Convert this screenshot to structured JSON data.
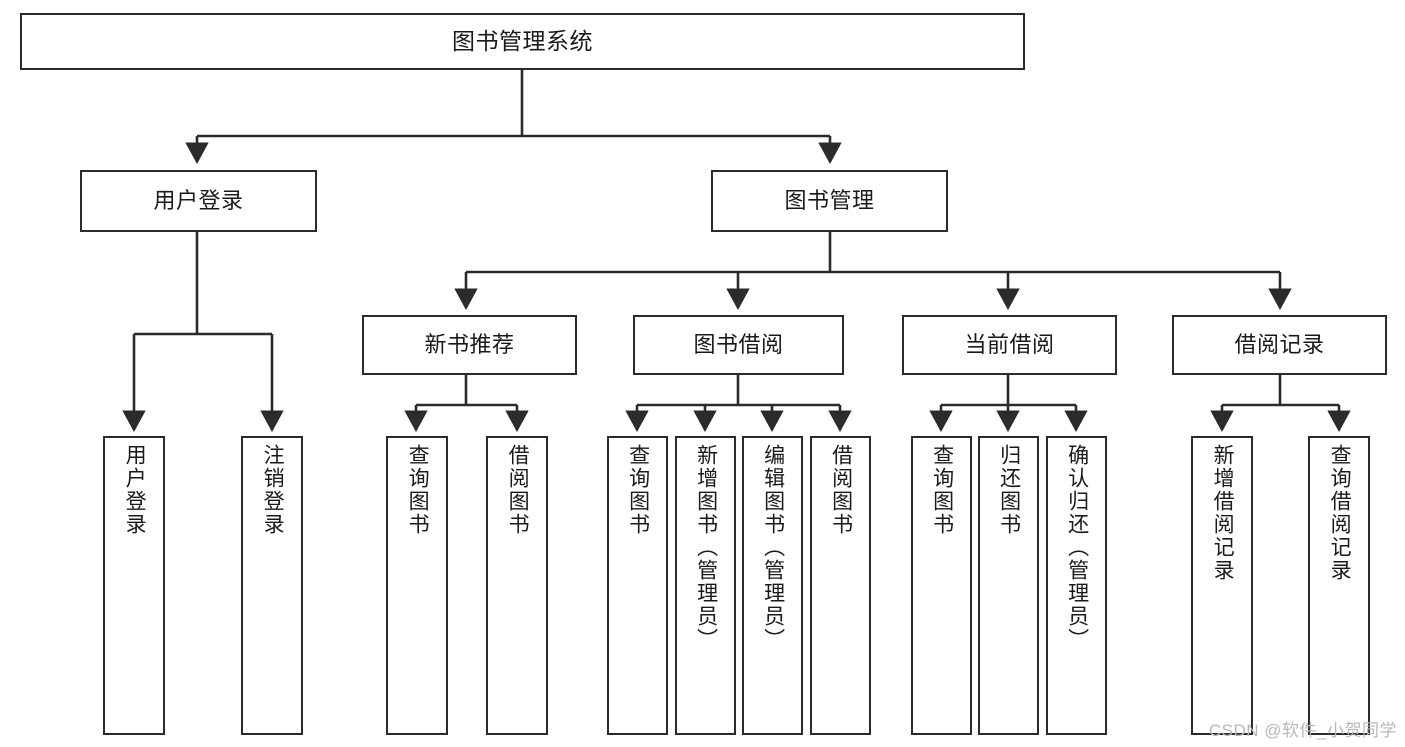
{
  "diagram": {
    "title": "图书管理系统",
    "type": "tree-hierarchy-diagram",
    "colors": {
      "box_border": "#2b2b2b",
      "box_fill": "#ffffff",
      "edge": "#2b2b2b",
      "background": "#ffffff",
      "watermark": "#b8b8b8"
    },
    "nodes": {
      "root": {
        "label": "图书管理系统"
      },
      "level2": [
        {
          "label": "用户登录"
        },
        {
          "label": "图书管理"
        }
      ],
      "level3": [
        {
          "label": "新书推荐"
        },
        {
          "label": "图书借阅"
        },
        {
          "label": "当前借阅"
        },
        {
          "label": "借阅记录"
        }
      ],
      "leaves_user_login": [
        {
          "label": "用户登录"
        },
        {
          "label": "注销登录"
        }
      ],
      "leaves_new_book": [
        {
          "label": "查询图书"
        },
        {
          "label": "借阅图书"
        }
      ],
      "leaves_book_borrow": [
        {
          "label": "查询图书"
        },
        {
          "label": "新增图书（管理员）"
        },
        {
          "label": "编辑图书（管理员）"
        },
        {
          "label": "借阅图书"
        }
      ],
      "leaves_current_borrow": [
        {
          "label": "查询图书"
        },
        {
          "label": "归还图书"
        },
        {
          "label": "确认归还（管理员）"
        }
      ],
      "leaves_borrow_record": [
        {
          "label": "新增借阅记录"
        },
        {
          "label": "查询借阅记录"
        }
      ]
    },
    "watermark": "CSDN @软件_小贺同学"
  }
}
